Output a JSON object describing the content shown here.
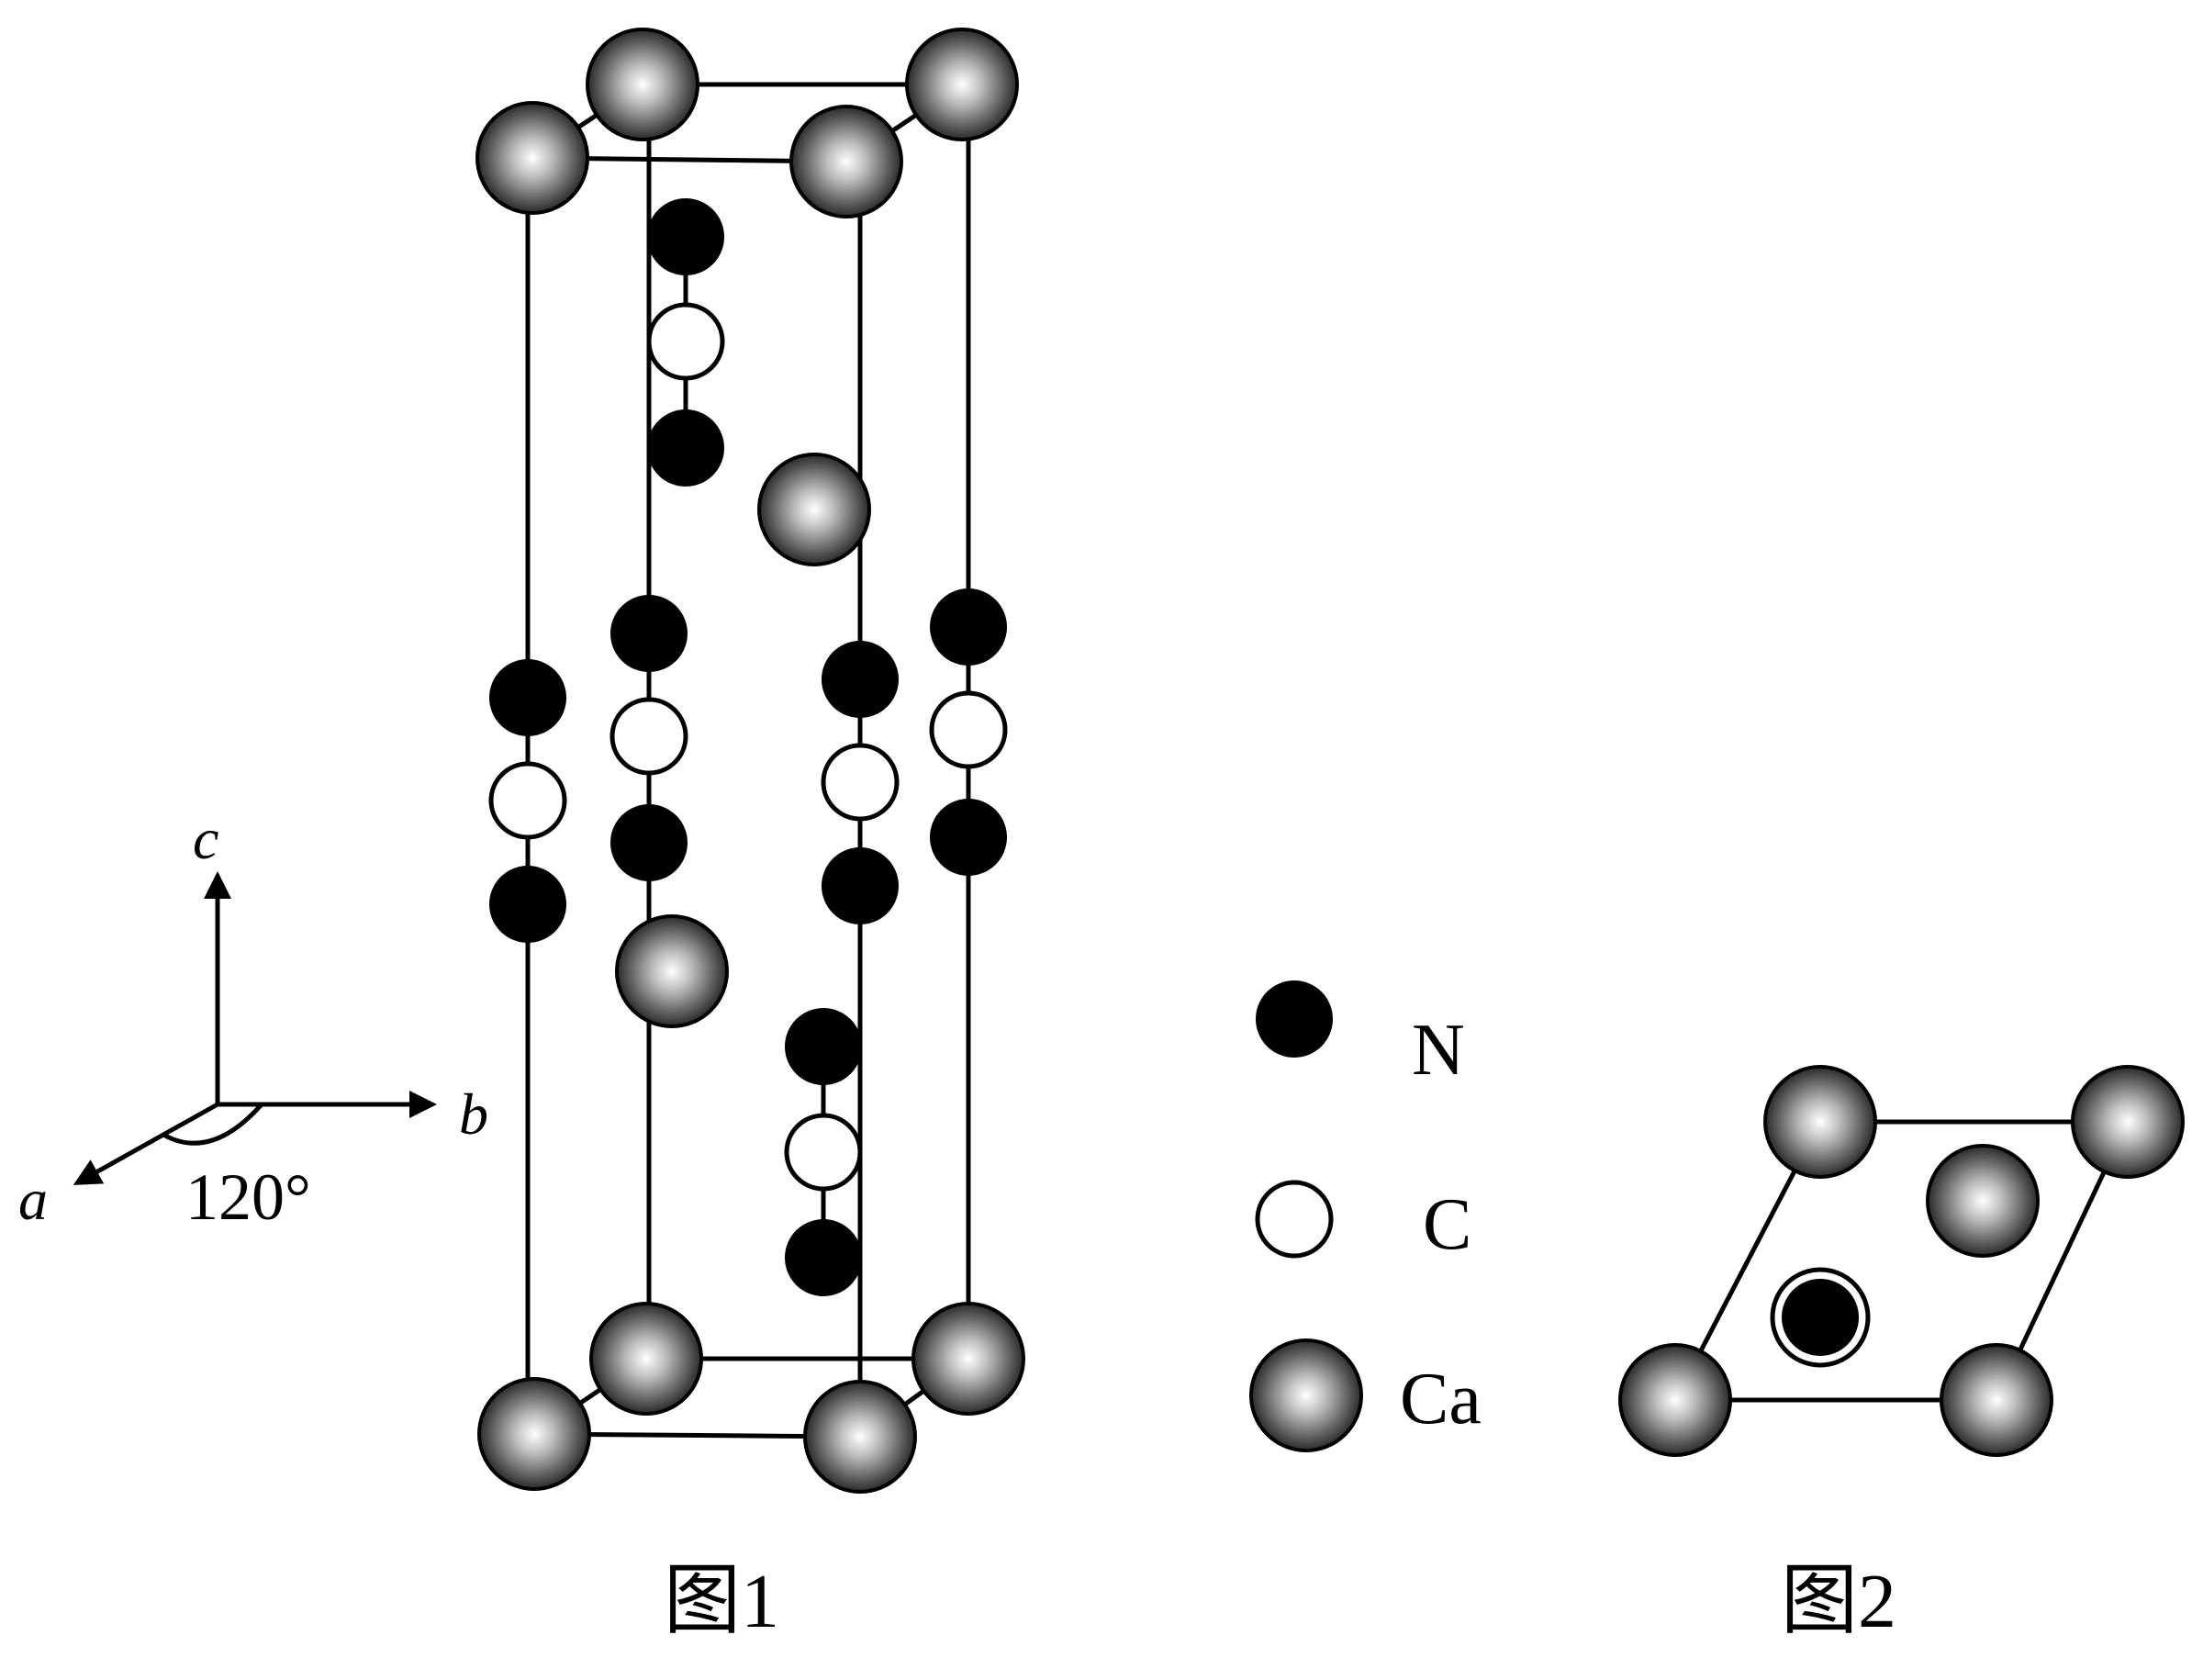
{
  "axes": {
    "c_label": "c",
    "b_label": "b",
    "a_label": "a",
    "angle_label": "120°"
  },
  "legend": {
    "n_label": "N",
    "c_label": "C",
    "ca_label": "Ca"
  },
  "captions": {
    "figure1": "图1",
    "figure2": "图2"
  },
  "colors": {
    "nitrogen": "#000000",
    "carbon": "#ffffff",
    "calcium_center": "#ffffff",
    "calcium_edge": "#2a2a2a"
  }
}
